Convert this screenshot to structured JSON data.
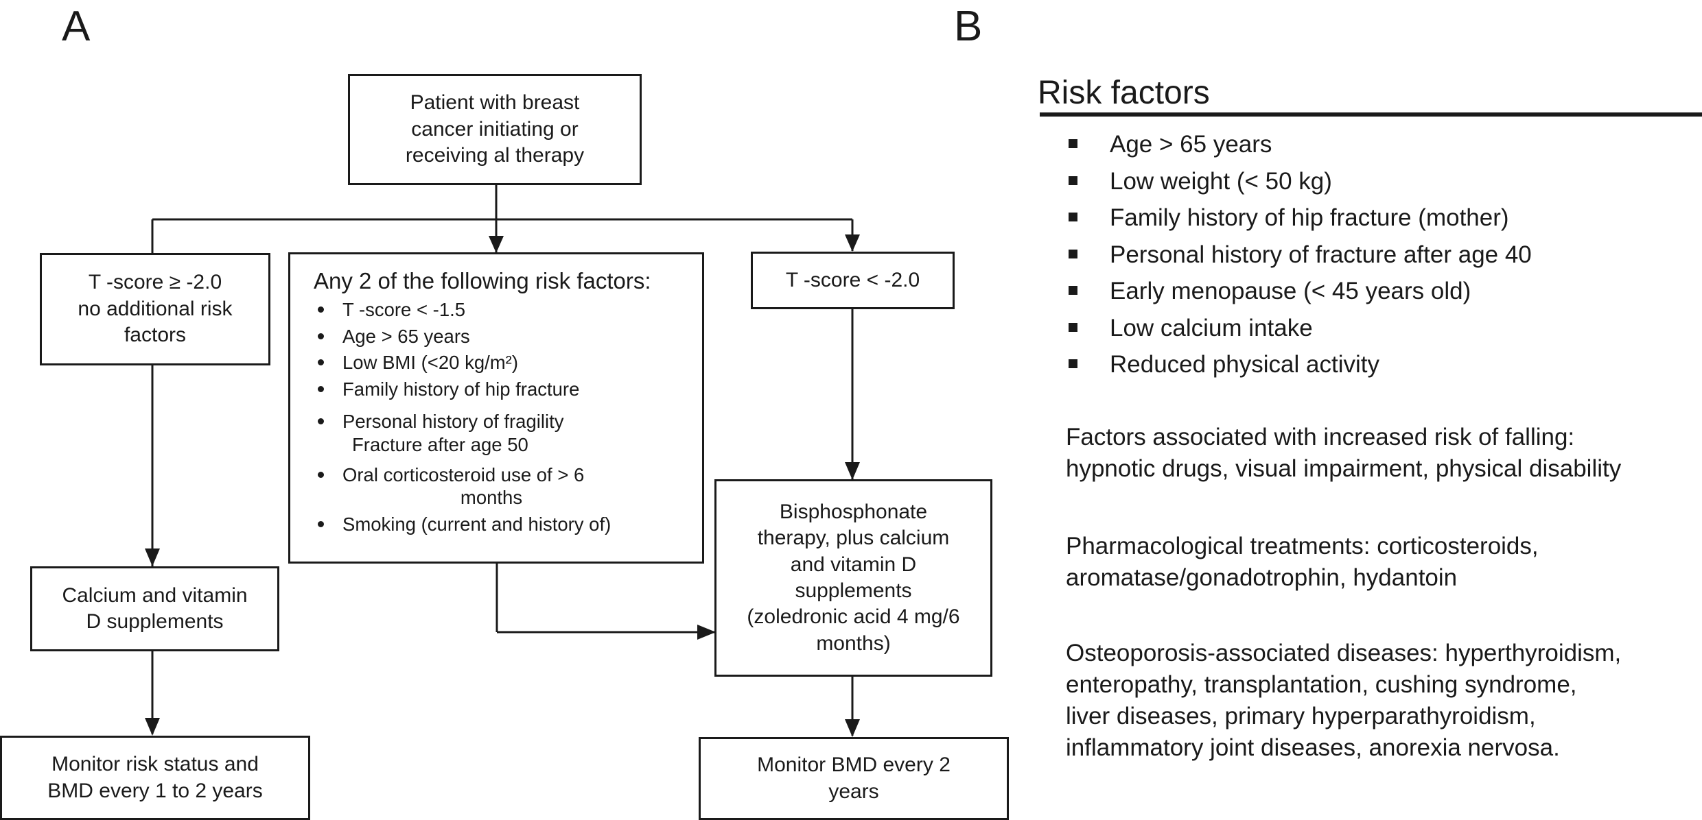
{
  "panel_a": {
    "label": "A",
    "start": "Patient with breast\ncancer initiating or\nreceiving al therapy",
    "left_condition": "T -score ≥ -2.0\nno additional risk\nfactors",
    "middle": {
      "heading": "Any 2 of the following risk factors:",
      "items": [
        [
          "T -score < -1.5"
        ],
        [
          "Age > 65 years"
        ],
        [
          "Low BMI (<20 kg/m²)"
        ],
        [
          "Family history of hip fracture"
        ],
        [
          "Personal history of fragility",
          "Fracture after age 50"
        ],
        [
          "Oral corticosteroid use of > 6",
          "months"
        ],
        [
          "Smoking (current and history of)"
        ]
      ]
    },
    "right_condition": "T -score < -2.0",
    "calcium": "Calcium and vitamin\nD supplements",
    "bisphosphonate": "Bisphosphonate\ntherapy, plus calcium\nand vitamin D\nsupplements\n(zoledronic acid 4 mg/6\nmonths)",
    "monitor_left": "Monitor risk status and\nBMD every 1 to 2 years",
    "monitor_right": "Monitor BMD every 2\nyears"
  },
  "panel_b": {
    "label": "B",
    "heading": "Risk factors",
    "items": [
      "Age > 65 years",
      "Low weight (< 50 kg)",
      "Family history of hip fracture (mother)",
      "Personal history of fracture after age 40",
      "Early menopause (< 45 years old)",
      "Low calcium intake",
      "Reduced physical activity"
    ],
    "falling": "Factors associated with increased risk of falling:\nhypnotic drugs, visual impairment, physical disability",
    "pharma": "Pharmacological treatments: corticosteroids,\naromatase/gonadotrophin, hydantoin",
    "diseases": "Osteoporosis-associated diseases: hyperthyroidism,\nenteropathy, transplantation, cushing syndrome,\nliver diseases, primary hyperparathyroidism,\ninflammatory joint diseases, anorexia nervosa."
  }
}
